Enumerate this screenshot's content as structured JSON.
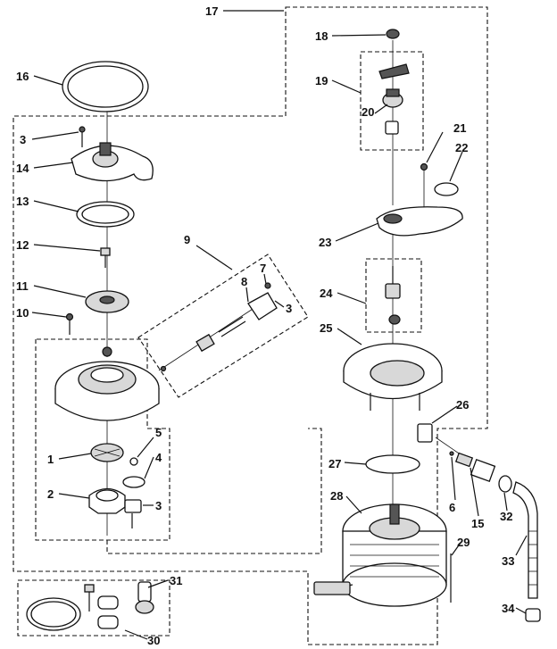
{
  "diagram": {
    "labels": [
      "1",
      "2",
      "3",
      "3",
      "3",
      "4",
      "5",
      "6",
      "7",
      "8",
      "9",
      "10",
      "11",
      "12",
      "13",
      "14",
      "15",
      "16",
      "17",
      "18",
      "19",
      "20",
      "21",
      "22",
      "23",
      "24",
      "25",
      "26",
      "27",
      "28",
      "29",
      "30",
      "31",
      "32",
      "33",
      "34"
    ]
  }
}
